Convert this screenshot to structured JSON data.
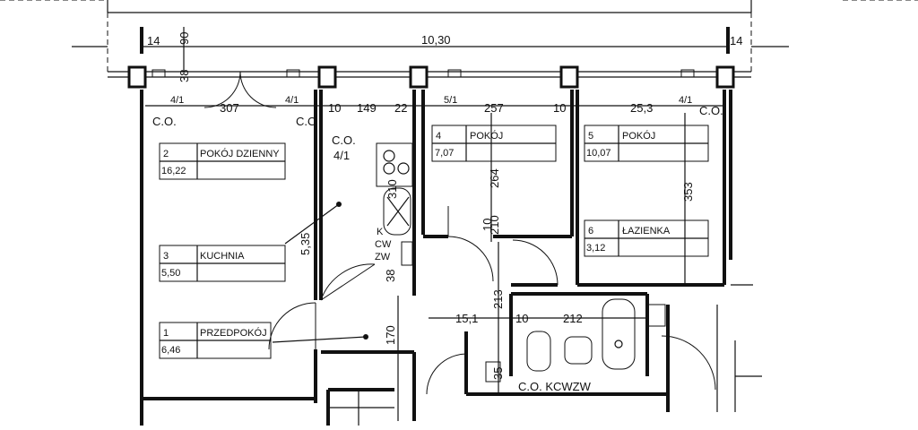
{
  "dimensions": {
    "total_width": "10,30",
    "d14_left": "14",
    "d14_right": "14",
    "d90": "90",
    "d38_top": "38",
    "d307": "307",
    "d10_a": "10",
    "d149": "149",
    "d22": "22",
    "d257": "257",
    "d10_b": "10",
    "d253": "25,3",
    "d264": "264",
    "d353": "353",
    "d535": "5,35",
    "d10_c": "10",
    "d38_mid": "38",
    "d213": "213",
    "d170": "170",
    "d151": "15,1",
    "d10_d": "10",
    "d212": "212",
    "d35": "35",
    "d310": "310",
    "d210": "210"
  },
  "windows": [
    "4/1",
    "4/1",
    "5/1",
    "4/1"
  ],
  "co_labels": {
    "left": "C.O.",
    "mid": "C.O",
    "right": "C.O.",
    "hall": "C.O.",
    "hall_sub": "4/1",
    "bottom": "C.O. KCWZW"
  },
  "kitchen_labels": {
    "k": "K",
    "cw": "CW",
    "zw": "ZW"
  },
  "rooms": [
    {
      "number": "2",
      "name": "POKÓJ DZIENNY",
      "area": "16,22"
    },
    {
      "number": "3",
      "name": "KUCHNIA",
      "area": "5,50"
    },
    {
      "number": "1",
      "name": "PRZEDPOKÓJ",
      "area": "6,46"
    },
    {
      "number": "4",
      "name": "POKÓJ",
      "area": "7,07"
    },
    {
      "number": "5",
      "name": "POKÓJ",
      "area": "10,07"
    },
    {
      "number": "6",
      "name": "ŁAZIENKA",
      "area": "3,12"
    }
  ]
}
